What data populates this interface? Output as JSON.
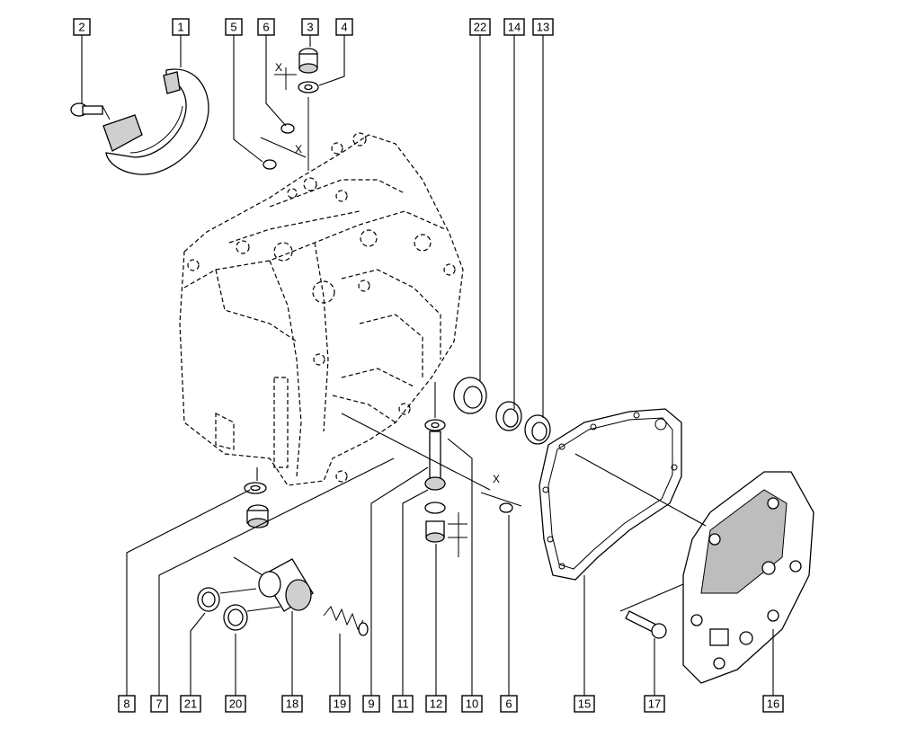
{
  "callouts": [
    {
      "id": "c2",
      "label": "2"
    },
    {
      "id": "c1",
      "label": "1"
    },
    {
      "id": "c5",
      "label": "5"
    },
    {
      "id": "c6top",
      "label": "6"
    },
    {
      "id": "c3",
      "label": "3"
    },
    {
      "id": "c4",
      "label": "4"
    },
    {
      "id": "c22",
      "label": "22"
    },
    {
      "id": "c14",
      "label": "14"
    },
    {
      "id": "c13",
      "label": "13"
    },
    {
      "id": "c8",
      "label": "8"
    },
    {
      "id": "c7",
      "label": "7"
    },
    {
      "id": "c21",
      "label": "21"
    },
    {
      "id": "c20",
      "label": "20"
    },
    {
      "id": "c18",
      "label": "18"
    },
    {
      "id": "c19",
      "label": "19"
    },
    {
      "id": "c9",
      "label": "9"
    },
    {
      "id": "c11",
      "label": "11"
    },
    {
      "id": "c12",
      "label": "12"
    },
    {
      "id": "c10",
      "label": "10"
    },
    {
      "id": "c6bot",
      "label": "6"
    },
    {
      "id": "c15",
      "label": "15"
    },
    {
      "id": "c17",
      "label": "17"
    },
    {
      "id": "c16",
      "label": "16"
    }
  ],
  "dimension_marks": {
    "x_label": "X"
  }
}
